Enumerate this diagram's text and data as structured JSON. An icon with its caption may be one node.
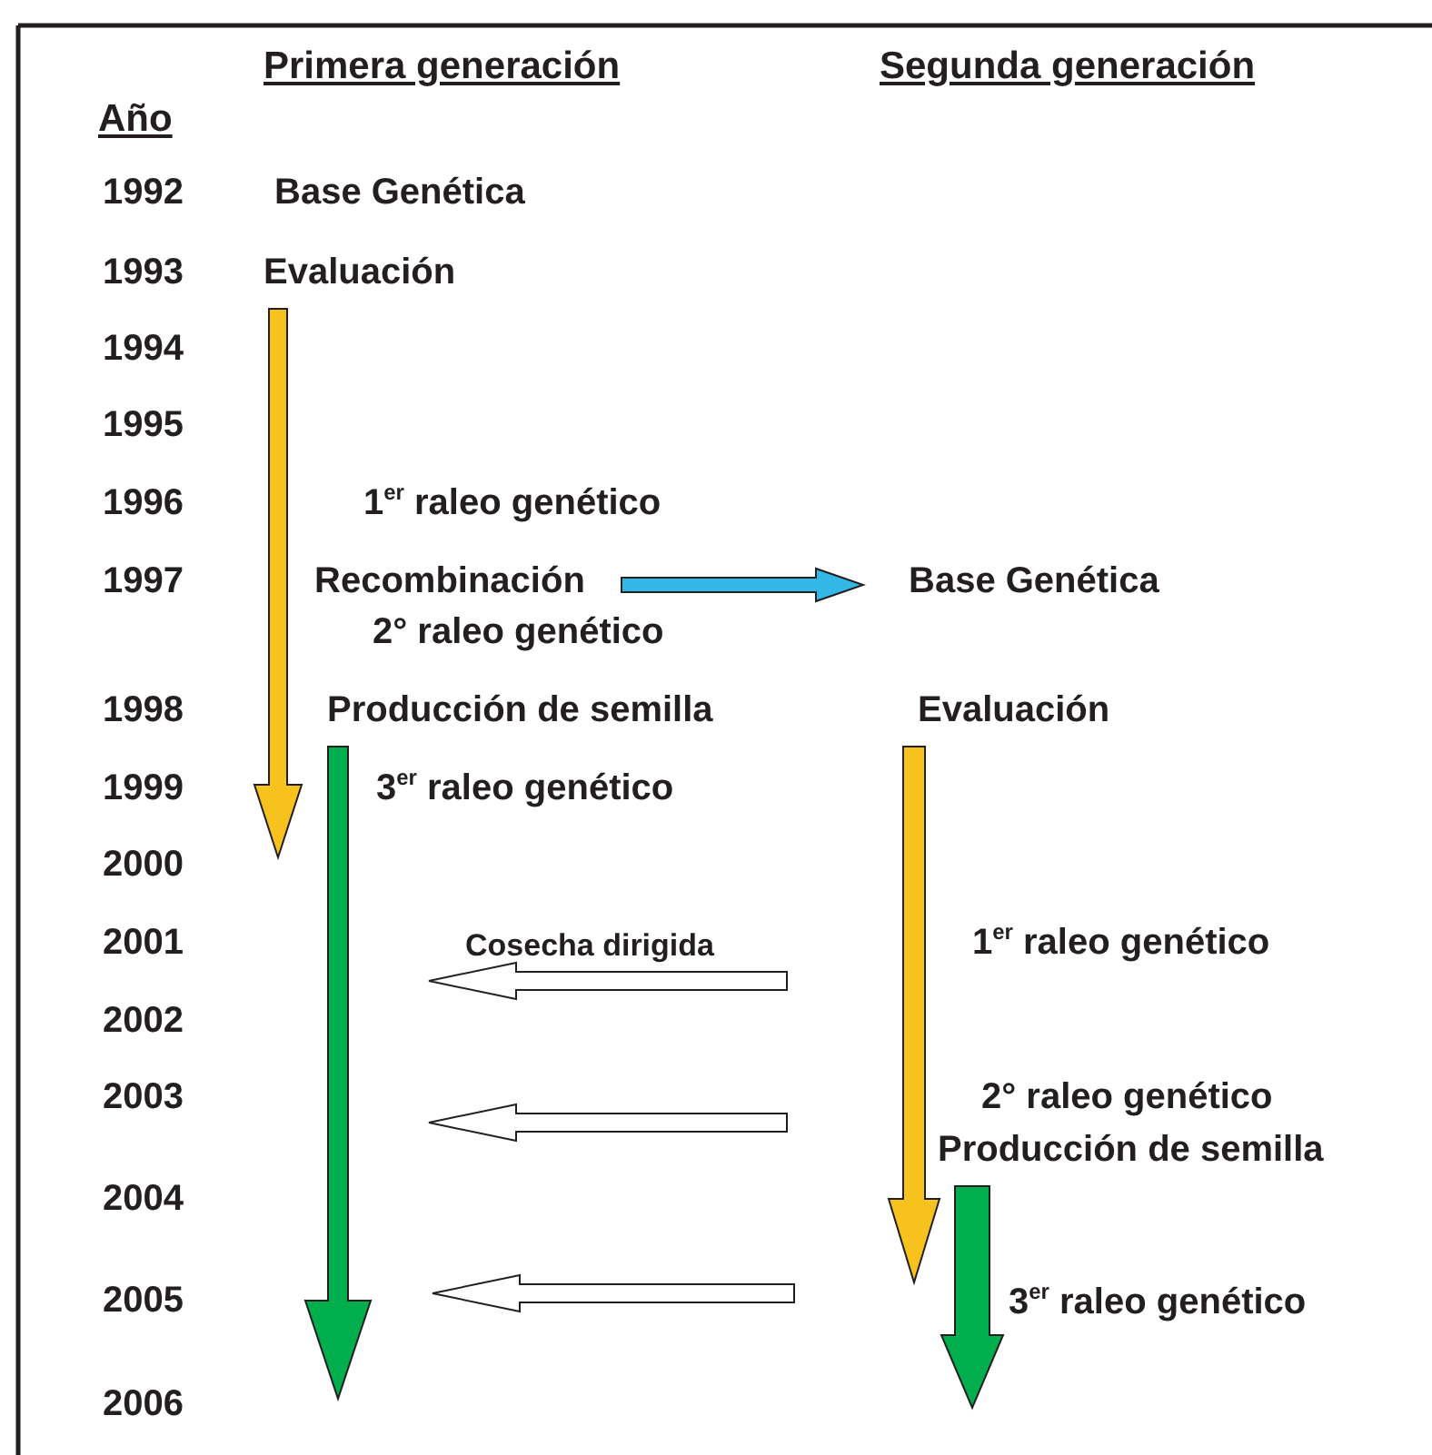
{
  "diagram": {
    "nodes": [
      {
        "text": [
          "Base Genética"
        ]
      },
      {
        "text": [
          "Evaluación"
        ]
      },
      {
        "text": [
          "1$^{er}$ raleo genético"
        ]
      },
      {
        "text": [
          "Recombinación"
        ]
      },
      {
        "text": [
          "2° raleo genético"
        ]
      },
      {
        "text": [
          "Producción de semilla"
        ]
      },
      {
        "text": [
          "3$^{er}$ raleo genético"
        ]
      },
      {
        "text": [
          "Base Genética"
        ]
      },
      {
        "text": [
          "Evaluación"
        ]
      },
      {
        "text": [
          "1$^{er}$ raleo genético"
        ]
      },
      {
        "text": [
          "2° raleo genético"
        ]
      },
      {
        "text": [
          "Producción de semilla"
        ]
      },
      {
        "text": [
          "3$^{er}$ raleo genético"
        ]
      }
    ],
    "edges": [
      {
        "from": 1,
        "to": null,
        "arrow": "to",
        "style": "thick",
        "color": "#f7c11e"
      },
      {
        "from": 3,
        "to": 7,
        "arrow": "to",
        "style": "thick",
        "color": "#33b7e6"
      },
      {
        "from": 5,
        "to": null,
        "arrow": "to",
        "style": "thick",
        "color": "#00ae4d"
      },
      {
        "from": 8,
        "to": null,
        "arrow": "to",
        "style": "thick",
        "color": "#f7c11e"
      },
      {
        "from": 11,
        "to": null,
        "arrow": "to",
        "style": "thick",
        "color": "#00ae4d"
      }
    ],
    "labels": [
      "Primera generación",
      "Segunda generación",
      "Año",
      "1992",
      "1993",
      "1994",
      "1995",
      "1996",
      "1997",
      "1998",
      "1999",
      "2000",
      "2001",
      "2002",
      "2003",
      "2004",
      "2005",
      "2006",
      "Cosecha dirigida"
    ]
  }
}
